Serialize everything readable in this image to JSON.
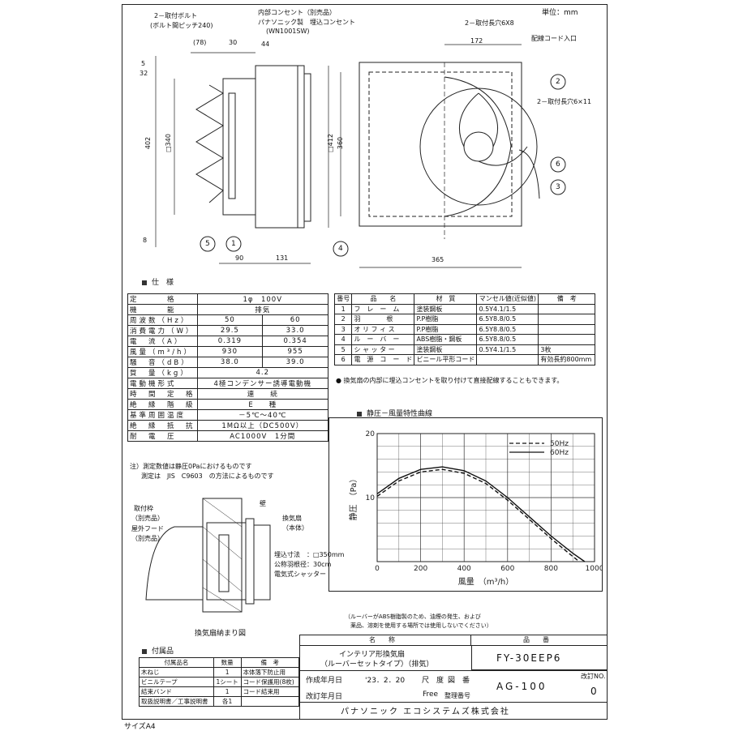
{
  "unit": "単位：mm",
  "size": "サイズA4",
  "drawing": {
    "bolt_label": "2－取付ボルト",
    "bolt_pitch": "(ボルト間ピッチ240)",
    "outlet_label": "内部コンセント（別売品）",
    "outlet_model1": "パナソニック製　埋込コンセント",
    "outlet_model2": "(WN1001SW)",
    "slot_6x8": "2－取付長穴6X8",
    "cord_inlet": "配線コード入口",
    "slot_6x11": "2－取付長穴6×11",
    "dim_78": "(78)",
    "dim_30": "30",
    "dim_44": "44",
    "dim_5": "5",
    "dim_32": "32",
    "dim_402": "402",
    "dim_d340": "□340",
    "dim_d412": "□412",
    "dim_8": "8",
    "dim_90": "90",
    "dim_131": "131",
    "dim_172": "172",
    "dim_360": "360",
    "dim_365": "365",
    "callout_1": "1",
    "callout_2": "2",
    "callout_3": "3",
    "callout_4": "4",
    "callout_5": "5",
    "callout_6": "6"
  },
  "spec": {
    "title": "仕　様",
    "rows": [
      [
        "定　　　格",
        "1φ　100V",
        ""
      ],
      [
        "機　　　能",
        "排気",
        ""
      ],
      [
        "周波数（Hz）",
        "50",
        "60"
      ],
      [
        "消費電力（W）",
        "29.5",
        "33.0"
      ],
      [
        "電　流（A）",
        "0.319",
        "0.354"
      ],
      [
        "風量（m³/h）",
        "930",
        "955"
      ],
      [
        "騒　音（dB）",
        "38.0",
        "39.0"
      ],
      [
        "質　量（kg）",
        "4.2",
        ""
      ],
      [
        "電動機形式",
        "4極コンデンサー誘導電動機",
        ""
      ],
      [
        "時　間　定　格",
        "連　　続",
        ""
      ],
      [
        "絶　縁　階　級",
        "E　　種",
        ""
      ],
      [
        "基準周囲温度",
        "－5℃～40℃",
        ""
      ],
      [
        "絶　縁　抵　抗",
        "1MΩ以上（DC500V）",
        ""
      ],
      [
        "耐　電　圧",
        "AC1000V　1分間",
        ""
      ]
    ],
    "note1": "注）測定数値は静圧0Paにおけるものです",
    "note2": "測定は　JIS　C9603　の方法によるものです"
  },
  "parts": {
    "headers": [
      "番号",
      "品　　名",
      "材　質",
      "マンセル値(近似値)",
      "備　考"
    ],
    "rows": [
      [
        "1",
        "フ　レ　ー　ム",
        "塗装鋼板",
        "0.5Y4.1/1.5",
        ""
      ],
      [
        "2",
        "羽　　　　根",
        "P.P樹脂",
        "6.5Y8.8/0.5",
        ""
      ],
      [
        "3",
        "オ リ フ ィ ス",
        "P.P樹脂",
        "6.5Y8.8/0.5",
        ""
      ],
      [
        "4",
        "ル　ー　バ　ー",
        "ABS樹脂・鋼板",
        "6.5Y8.8/0.5",
        ""
      ],
      [
        "5",
        "シ ャ ッ タ ー",
        "塗装鋼板",
        "0.5Y4.1/1.5",
        "3枚"
      ],
      [
        "6",
        "電　源　コ　ー　ド",
        "ビニール平形コード",
        "",
        "有効長約800mm"
      ]
    ],
    "note": "● 換気扇の内部に埋込コンセントを取り付けて直接配線することもできます。"
  },
  "chart_title": "静圧－風量特性曲線",
  "chart_data": {
    "type": "line",
    "title": "静圧－風量特性曲線",
    "xlabel": "風量　（m³/h）",
    "ylabel": "静圧　（Pa）",
    "xlim": [
      0,
      1000
    ],
    "ylim": [
      0,
      20
    ],
    "xticks": [
      "0",
      "200",
      "400",
      "600",
      "800",
      "1000"
    ],
    "yticks": [
      "10",
      "20"
    ],
    "grid": true,
    "legend": "top-right",
    "series": [
      {
        "name": "50Hz",
        "style": "dashed",
        "x": [
          0,
          100,
          200,
          300,
          400,
          500,
          600,
          700,
          800,
          900,
          930
        ],
        "y": [
          10.2,
          12.6,
          14.0,
          14.4,
          13.8,
          12.2,
          9.6,
          6.6,
          3.6,
          0.8,
          0
        ]
      },
      {
        "name": "60Hz",
        "style": "solid",
        "x": [
          0,
          100,
          200,
          300,
          400,
          500,
          600,
          700,
          800,
          900,
          955
        ],
        "y": [
          10.6,
          13.0,
          14.4,
          14.8,
          14.2,
          12.6,
          10.0,
          7.0,
          4.0,
          1.3,
          0
        ]
      }
    ]
  },
  "install": {
    "frame_label": "取付枠",
    "frame_sub": "（別売品）",
    "hood_label": "屋外フード",
    "hood_sub": "（別売品）",
    "wall_label": "壁",
    "fan_label": "換気扇",
    "fan_sub": "（本体）",
    "size1": "埋込寸法　：□350mm",
    "size2": "公称羽根径：30cm",
    "size3": "電気式シャッター",
    "caption": "換気扇納まり図",
    "louver_note1": "（ルーバーがABS樹脂製のため、油煙の発生、および",
    "louver_note2": "薬品、溶剤を使用する場所では使用しないでください）"
  },
  "accessories": {
    "title": "付属品",
    "headers": [
      "付属品名",
      "数量",
      "備　考"
    ],
    "rows": [
      [
        "木ねじ",
        "1",
        "本体落下防止用"
      ],
      [
        "ビニルテープ",
        "1シート",
        "コード保護用(8枚)"
      ],
      [
        "結束バンド",
        "1",
        "コード結束用"
      ],
      [
        "取扱説明書／工事説明書",
        "各1",
        ""
      ]
    ]
  },
  "titleblock": {
    "name_header": "名　　称",
    "number_header": "品　　番",
    "name1": "インテリア形換気扇",
    "name2": "（ルーバーセットタイプ）（排気）",
    "model": "FY-30EEP6",
    "created_label": "作成年月日",
    "created_date": "'23．2．20",
    "scale_label": "尺　度",
    "scale_value": "Free",
    "drawing_label": "図　番",
    "drawing_value": "AG-100",
    "manage_label": "整理番号",
    "revision_label": "改訂年月日",
    "rev_no_label": "改訂NO.",
    "rev_no": "0",
    "company": "パナソニック エコシステムズ株式会社"
  }
}
